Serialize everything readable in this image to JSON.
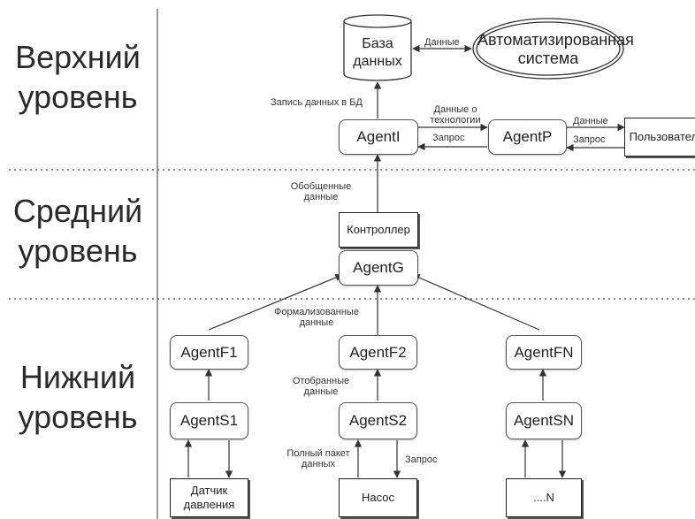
{
  "levels": {
    "upper": [
      "Верхний",
      "уровень"
    ],
    "middle": [
      "Средний",
      "уровень"
    ],
    "lower": [
      "Нижний",
      "уровень"
    ]
  },
  "nodes": {
    "database": [
      "База",
      "данных"
    ],
    "automated_system": [
      "Автоматизированная",
      "система"
    ],
    "agent_i": "AgentI",
    "agent_p": "AgentP",
    "users": "Пользователи",
    "controller": "Контроллер",
    "agent_g": "AgentG",
    "agent_f1": "AgentF1",
    "agent_f2": "AgentF2",
    "agent_fn": "AgentFN",
    "agent_s1": "AgentS1",
    "agent_s2": "AgentS2",
    "agent_sn": "AgentSN",
    "pressure_sensor": [
      "Датчик",
      "давления"
    ],
    "pump": "Насос",
    "device_n": "....N"
  },
  "edge_labels": {
    "db_system": "Данные",
    "write_db": "Запись данных в БД",
    "tech_data": [
      "Данные о",
      "технологии"
    ],
    "request_i": "Запрос",
    "data_users": "Данные",
    "request_users": "Запрос",
    "generalized": [
      "Обобщенные",
      "данные"
    ],
    "formalized": [
      "Формализованные",
      "данные"
    ],
    "selected": [
      "Отобранные",
      "данные"
    ],
    "full_packet": [
      "Полный пакет",
      "данных"
    ],
    "request_pump": "Запрос"
  }
}
